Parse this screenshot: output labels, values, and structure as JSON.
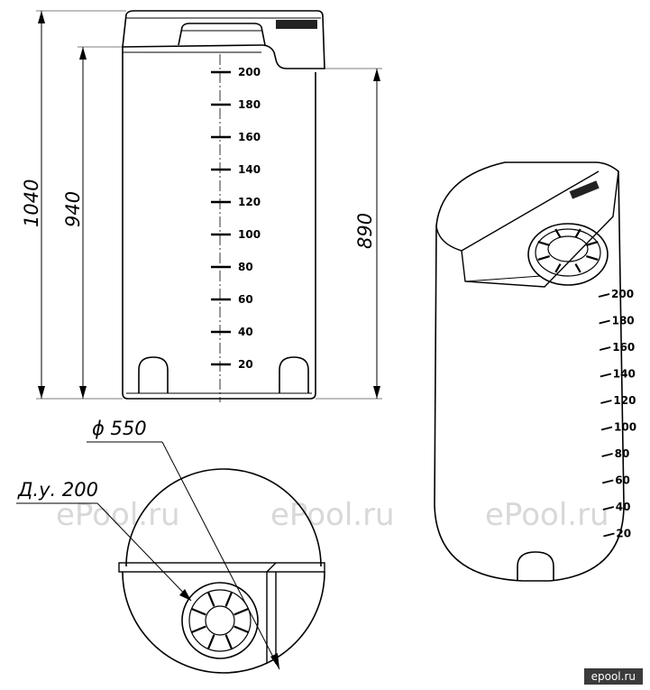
{
  "dimensions": {
    "total_height": "1040",
    "body_height": "940",
    "side_height": "890",
    "diameter": "ϕ 550",
    "nominal_bore": "Д.у. 200"
  },
  "scale_front": [
    "200",
    "180",
    "160",
    "140",
    "120",
    "100",
    "80",
    "60",
    "40",
    "20"
  ],
  "scale_iso": [
    "200",
    "180",
    "160",
    "140",
    "120",
    "100",
    "80",
    "60",
    "40",
    "20"
  ],
  "watermark": "ePool.ru",
  "corner_badge": "epool.ru"
}
